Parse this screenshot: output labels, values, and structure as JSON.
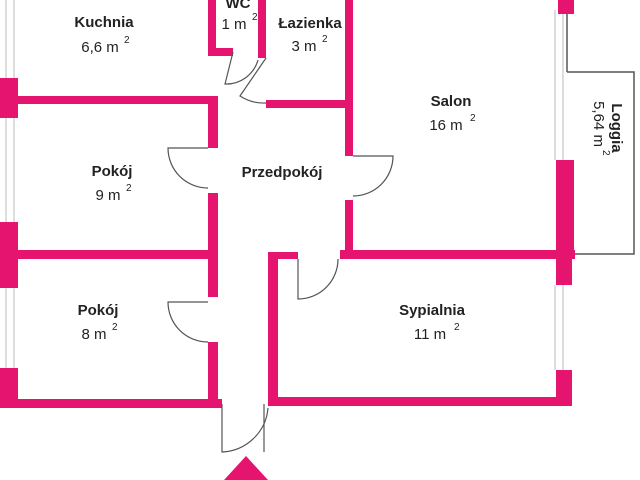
{
  "colors": {
    "wall": "#e5156f",
    "thin_wall": "#555555",
    "window": "#bbbbbb",
    "text": "#222222",
    "background": "#ffffff"
  },
  "rooms": [
    {
      "id": "kuchnia",
      "name": "Kuchnia",
      "area": "6,6 m",
      "unit_exp": "2"
    },
    {
      "id": "wc",
      "name": "WC",
      "area": "1 m",
      "unit_exp": "2"
    },
    {
      "id": "lazienka",
      "name": "Łazienka",
      "area": "3 m",
      "unit_exp": "2"
    },
    {
      "id": "salon",
      "name": "Salon",
      "area": "16 m",
      "unit_exp": "2"
    },
    {
      "id": "loggia",
      "name": "Loggia",
      "area": "5,64 m",
      "unit_exp": "2"
    },
    {
      "id": "pokoj-1",
      "name": "Pokój",
      "area": "9 m",
      "unit_exp": "2"
    },
    {
      "id": "przedpokoj",
      "name": "Przedpokój",
      "area": "",
      "unit_exp": ""
    },
    {
      "id": "pokoj-2",
      "name": "Pokój",
      "area": "8 m",
      "unit_exp": "2"
    },
    {
      "id": "sypialnia",
      "name": "Sypialnia",
      "area": "11 m",
      "unit_exp": "2"
    }
  ],
  "entrance_marker": "entrance-arrow-icon"
}
